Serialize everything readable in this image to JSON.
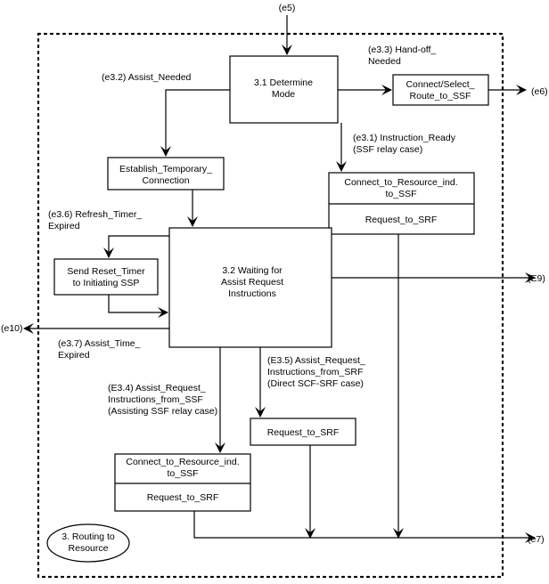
{
  "boxes": {
    "determine_mode": [
      "3.1 Determine",
      "Mode"
    ],
    "waiting": [
      "3.2 Waiting for",
      "Assist Request",
      "Instructions"
    ],
    "establish": [
      "Establish_Temporary_",
      "Connection"
    ],
    "connect_select": [
      "Connect/Select_",
      "Route_to_SSF"
    ],
    "connect_res_top": [
      "Connect_to_Resource_ind.",
      "to_SSF"
    ],
    "request_srf_top": [
      "Request_to_SRF"
    ],
    "send_reset": [
      "Send Reset_Timer",
      "to Initiating SSP"
    ],
    "request_srf_mid": [
      "Request_to_SRF"
    ],
    "connect_res_bottom": [
      "Connect_to_Resource_ind.",
      "to_SSF"
    ],
    "request_srf_bottom": [
      "Request_to_SRF"
    ],
    "routing": [
      "3. Routing to",
      "Resource"
    ]
  },
  "labels": {
    "e5": [
      "(e5)"
    ],
    "e33": [
      "(e3.3) Hand-off_",
      "Needed"
    ],
    "e32": [
      "(e3.2) Assist_Needed"
    ],
    "e6": [
      "(e6)"
    ],
    "e31": [
      "(e3.1) Instruction_Ready",
      "(SSF relay case)"
    ],
    "e36": [
      "(e3.6) Refresh_Timer_",
      "Expired"
    ],
    "e9": [
      "(E9)"
    ],
    "e10": [
      "(e10)"
    ],
    "e37": [
      "(e3.7) Assist_Time_",
      "Expired"
    ],
    "e35": [
      "(E3.5) Assist_Request_",
      "Instructions_from_SRF",
      "(Direct SCF-SRF case)"
    ],
    "e34": [
      "(E3.4) Assist_Request_",
      "Instructions_from_SSF",
      "(Assisting SSF relay case)"
    ],
    "e7": [
      "(e7)"
    ]
  }
}
